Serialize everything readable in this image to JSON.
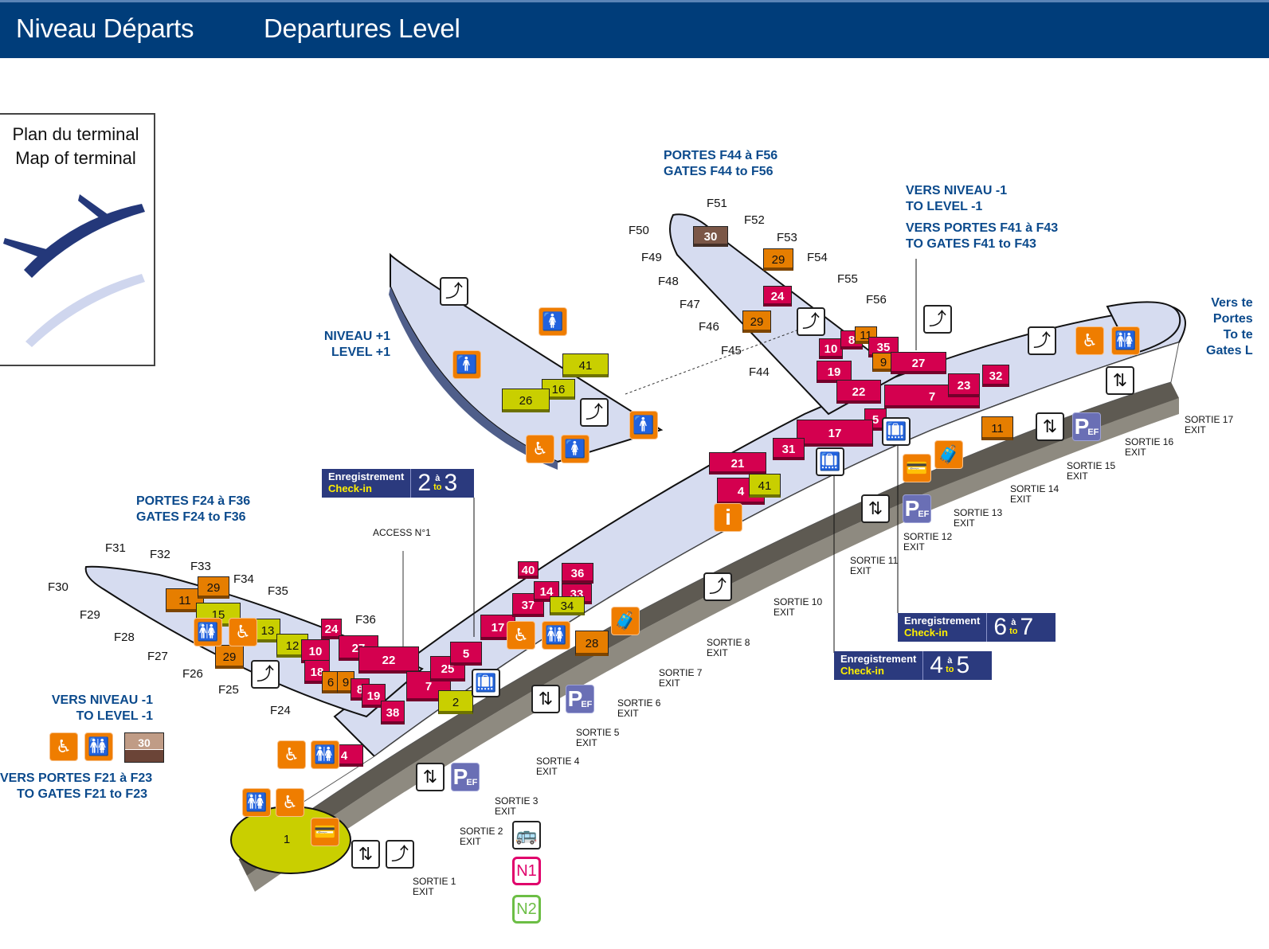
{
  "header": {
    "title_fr": "Niveau Départs",
    "title_en": "Departures Level",
    "color": "#003d7a"
  },
  "legend": {
    "title_fr": "Plan du terminal",
    "title_en": "Map of terminal"
  },
  "colors": {
    "shop_magenta": "#d4004f",
    "shop_orange": "#e67e00",
    "shop_yellow": "#c9cf00",
    "shop_brown": "#7b5747",
    "floor": "#d6dcf0",
    "label_blue": "#0b4a8c",
    "pef": "#6a6fb5"
  },
  "labels": {
    "gates_f44_f56": [
      "PORTES F44 à F56",
      "GATES F44 to F56"
    ],
    "to_level_minus1_right": [
      "VERS NIVEAU -1",
      "TO LEVEL -1"
    ],
    "to_gates_f41_f43": [
      "VERS PORTES F41 à F43",
      "TO GATES F41 to F43"
    ],
    "to_terminal_right": [
      "Vers te",
      "Portes",
      "To te",
      "Gates L"
    ],
    "level_plus1": [
      "NIVEAU +1",
      "LEVEL +1"
    ],
    "gates_f24_f36": [
      "PORTES F24 à F36",
      "GATES F24 to F36"
    ],
    "to_level_minus1_left": [
      "VERS NIVEAU -1",
      "TO LEVEL -1"
    ],
    "to_gates_f21_f23": [
      "VERS PORTES F21 à F23",
      "TO GATES F21 to F23"
    ],
    "access": "ACCESS N°1"
  },
  "gates": [
    "F24",
    "F25",
    "F26",
    "F27",
    "F28",
    "F29",
    "F30",
    "F31",
    "F32",
    "F33",
    "F34",
    "F35",
    "F36",
    "F44",
    "F45",
    "F46",
    "F47",
    "F48",
    "F49",
    "F50",
    "F51",
    "F52",
    "F53",
    "F54",
    "F55",
    "F56"
  ],
  "exits": [
    {
      "fr": "SORTIE 1",
      "en": "EXIT"
    },
    {
      "fr": "SORTIE 2",
      "en": "EXIT"
    },
    {
      "fr": "SORTIE 3",
      "en": "EXIT"
    },
    {
      "fr": "SORTIE 4",
      "en": "EXIT"
    },
    {
      "fr": "SORTIE 5",
      "en": "EXIT"
    },
    {
      "fr": "SORTIE 6",
      "en": "EXIT"
    },
    {
      "fr": "SORTIE 7",
      "en": "EXIT"
    },
    {
      "fr": "SORTIE 8",
      "en": "EXIT"
    },
    {
      "fr": "SORTIE 10",
      "en": "EXIT"
    },
    {
      "fr": "SORTIE 11",
      "en": "EXIT"
    },
    {
      "fr": "SORTIE 12",
      "en": "EXIT"
    },
    {
      "fr": "SORTIE 13",
      "en": "EXIT"
    },
    {
      "fr": "SORTIE 14",
      "en": "EXIT"
    },
    {
      "fr": "SORTIE 15",
      "en": "EXIT"
    },
    {
      "fr": "SORTIE 16",
      "en": "EXIT"
    },
    {
      "fr": "SORTIE 17",
      "en": "EXIT"
    }
  ],
  "checkin": [
    {
      "fr": "Enregistrement",
      "en": "Check-in",
      "from": "2",
      "sep_fr": "à",
      "sep_en": "to",
      "to": "3"
    },
    {
      "fr": "Enregistrement",
      "en": "Check-in",
      "from": "4",
      "sep_fr": "à",
      "sep_en": "to",
      "to": "5"
    },
    {
      "fr": "Enregistrement",
      "en": "Check-in",
      "from": "6",
      "sep_fr": "à",
      "sep_en": "to",
      "to": "7"
    }
  ],
  "shops": {
    "f44_pier": [
      "30",
      "29",
      "24",
      "29",
      "10",
      "8",
      "11",
      "35",
      "9",
      "19",
      "22",
      "27",
      "5",
      "7",
      "23",
      "32",
      "17",
      "31",
      "21",
      "4",
      "41",
      "11"
    ],
    "level_plus1": [
      "41",
      "16",
      "26"
    ],
    "f24_pier": [
      "11",
      "29",
      "15",
      "13",
      "29",
      "12",
      "10",
      "24",
      "27",
      "22",
      "18",
      "6",
      "9",
      "8",
      "19",
      "38",
      "7",
      "25",
      "5",
      "2",
      "17",
      "37",
      "14",
      "36",
      "40",
      "33",
      "34",
      "28",
      "4",
      "1"
    ],
    "legend_level_minus1": "30"
  },
  "transit": {
    "n1": "N1",
    "n2": "N2",
    "parking": "P",
    "parking_sub": "EF",
    "info": "i"
  }
}
